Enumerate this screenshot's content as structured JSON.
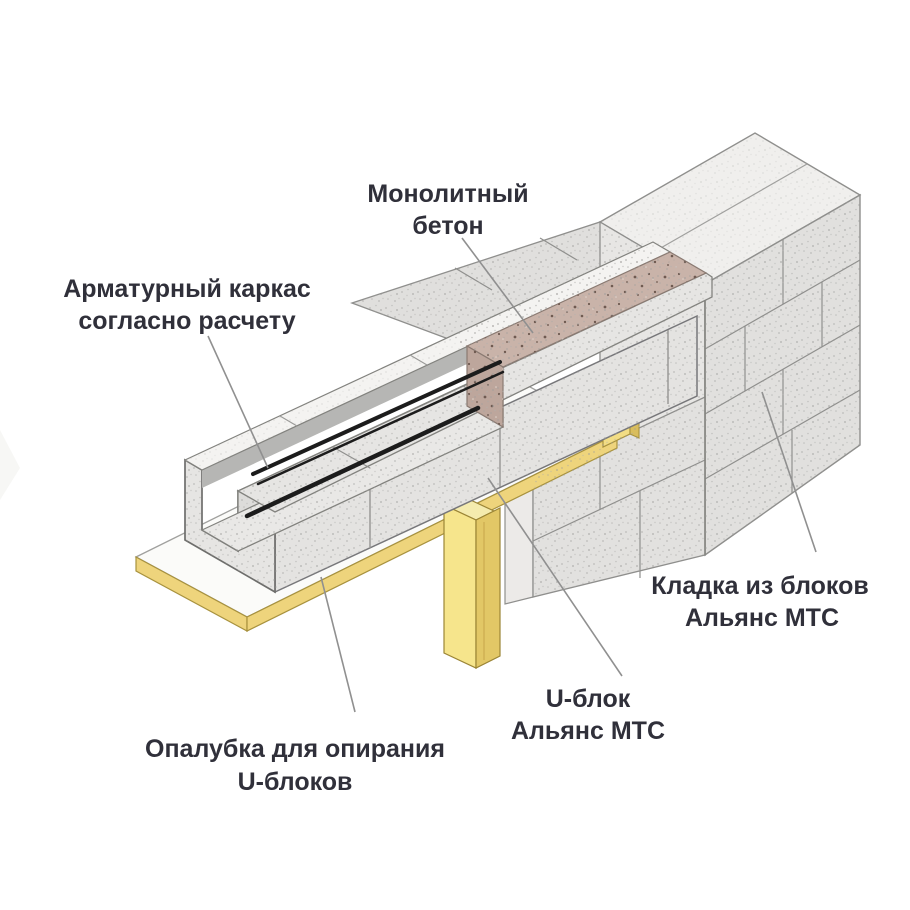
{
  "labels": {
    "monolithic_concrete": {
      "line1": "Монолитный",
      "line2": "бетон"
    },
    "rebar_frame": {
      "line1": "Арматурный каркас",
      "line2": "согласно расчету"
    },
    "masonry": {
      "line1": "Кладка из блоков",
      "line2": "Альянс МТС"
    },
    "ublock": {
      "line1": "U-блок",
      "line2": "Альянс МТС"
    },
    "formwork": {
      "line1": "Опалубка для опирания",
      "line2": "U-блоков"
    }
  },
  "colors": {
    "background": "#ffffff",
    "block_face": "#e4e3e1",
    "block_face_dark": "#e1e0de",
    "block_top": "#f0efed",
    "concrete": "#c9b3a9",
    "concrete_shadow": "#bda69c",
    "formwork_yellow": "#eed47c",
    "formwork_yellow_dark": "#d9bd5c",
    "post_yellow": "#f6e58c",
    "post_yellow_side": "#e2c766",
    "cap_yellow": "#f2dd84",
    "rebar": "#1c1c1c",
    "edge": "#8f8f8d",
    "leader": "#909090",
    "text": "#30303a"
  }
}
